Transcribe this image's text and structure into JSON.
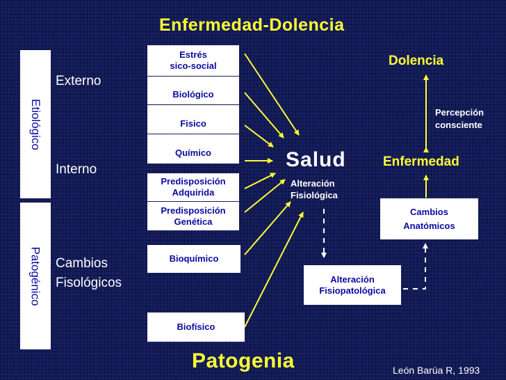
{
  "title": "Enfermedad-Dolencia",
  "footer_title": "Patogenia",
  "citation": "León Barúa R, 1993",
  "side_labels": {
    "etiologico": "Etiológico",
    "patogenico": "Patogénico"
  },
  "row_labels": {
    "externo": "Externo",
    "interno": "Interno",
    "cambios_1": "Cambios",
    "cambios_2": "Fisológicos"
  },
  "factor_boxes": {
    "estres_1": "Estrés",
    "estres_2": "sico-social",
    "biologico": "Biológico",
    "fisico": "Fisico",
    "quimico": "Químico",
    "pred_adq_1": "Predisposición",
    "pred_adq_2": "Adquirida",
    "pred_gen_1": "Predisposición",
    "pred_gen_2": "Genética",
    "bioquimico": "Bioquímico",
    "biofisico": "Biofísico"
  },
  "center": {
    "salud": "Salud",
    "alteracion_fis_1": "Alteración",
    "alteracion_fis_2": "Fisiológica",
    "alteracion_pat_1": "Alteración",
    "alteracion_pat_2": "Fisiopatológica"
  },
  "right": {
    "dolencia": "Dolencia",
    "percepcion_1": "Percepción",
    "percepcion_2": "consciente",
    "enfermedad": "Enfermedad",
    "cambios_1": "Cambios",
    "cambios_2": "Anatómicos"
  },
  "colors": {
    "background": "#17205e",
    "title": "#ffff33",
    "box_text": "#0a0a9e",
    "arrow": "#ffff33",
    "text": "#ffffff"
  }
}
